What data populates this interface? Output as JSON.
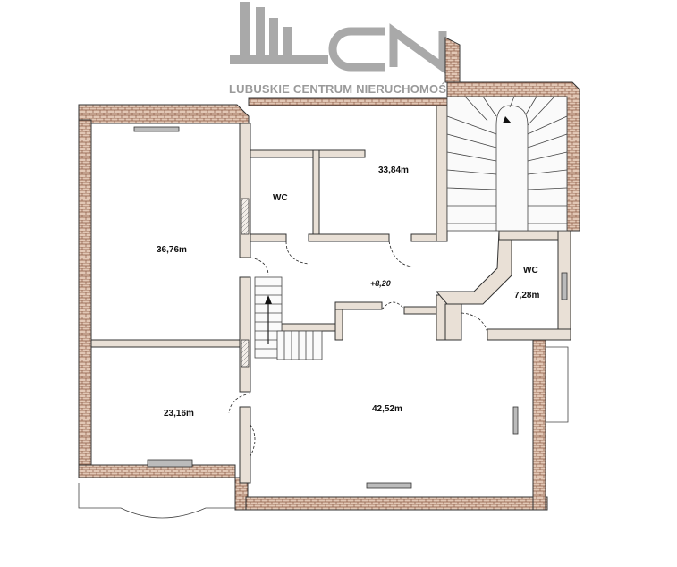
{
  "logo": {
    "letters": "LCN",
    "company": "LUBUSKIE CENTRUM NIERUCHOMOŚCI"
  },
  "rooms": [
    {
      "id": "room-large-left",
      "label": "36,76m"
    },
    {
      "id": "room-top-middle",
      "label": "33,84m"
    },
    {
      "id": "wc-left",
      "label": "WC"
    },
    {
      "id": "wc-right",
      "label": "WC"
    },
    {
      "id": "wc-right-area",
      "label": "7,28m"
    },
    {
      "id": "room-bottom-left",
      "label": "23,16m"
    },
    {
      "id": "room-bottom-main",
      "label": "42,52m"
    }
  ],
  "level_mark": "+8,20",
  "colors": {
    "brick": "#c9a58e",
    "wall_fill": "#e9e0d6",
    "line": "#222222",
    "logo": "#9a9a9a"
  }
}
